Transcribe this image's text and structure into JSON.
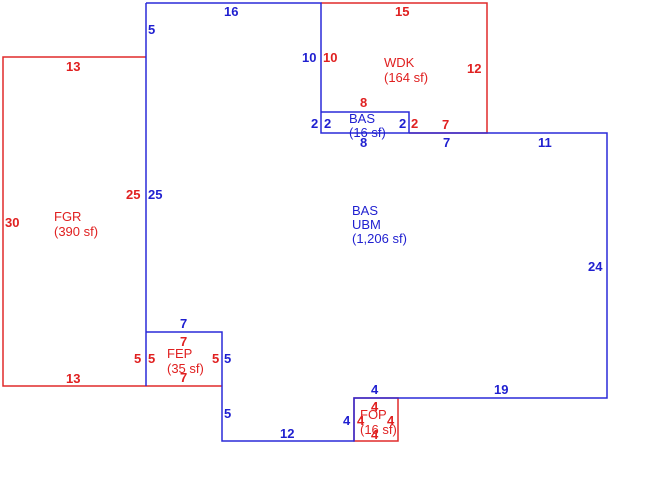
{
  "colors": {
    "living": "#1f1fd0",
    "other": "#e02020"
  },
  "areas": {
    "wdk": {
      "code": "WDK",
      "size": "(164 sf)"
    },
    "fgr": {
      "code": "FGR",
      "size": "(390 sf)"
    },
    "bas_small": {
      "code": "BAS",
      "size": "(16 sf)"
    },
    "bas_main": {
      "code": "BAS",
      "code2": "UBM",
      "size": "(1,206 sf)"
    },
    "fep": {
      "code": "FEP",
      "size": "(35 sf)"
    },
    "fop": {
      "code": "FOP",
      "size": "(16 sf)"
    }
  },
  "dimensions": {
    "main_top": "16",
    "main_left_upper": "5",
    "main_left": "25",
    "main_notch_left": "10",
    "main_notch_step": "2",
    "main_right_top": "11",
    "main_right": "24",
    "main_bottom_right": "19",
    "main_bottom_center": "12",
    "main_bottom_left": "5",
    "wdk_top": "15",
    "wdk_left": "10",
    "wdk_right": "12",
    "wdk_bottom": "7",
    "wdk_step": "2",
    "wdk_inner": "8",
    "bas_left": "2",
    "bas_right": "2",
    "bas_bottom": "8",
    "bas_notch_bottom": "7",
    "fgr_top": "13",
    "fgr_left": "30",
    "fgr_right": "25",
    "fgr_bottom": "13",
    "fgr_side": "5",
    "fep_top_blue": "7",
    "fep_top": "7",
    "fep_left": "5",
    "fep_right": "5",
    "fep_bottom": "7",
    "fep_right_blue": "5",
    "fop_top_blue": "4",
    "fop_left_blue": "4",
    "fop_top": "4",
    "fop_left": "4",
    "fop_right": "4",
    "fop_bottom": "4"
  }
}
